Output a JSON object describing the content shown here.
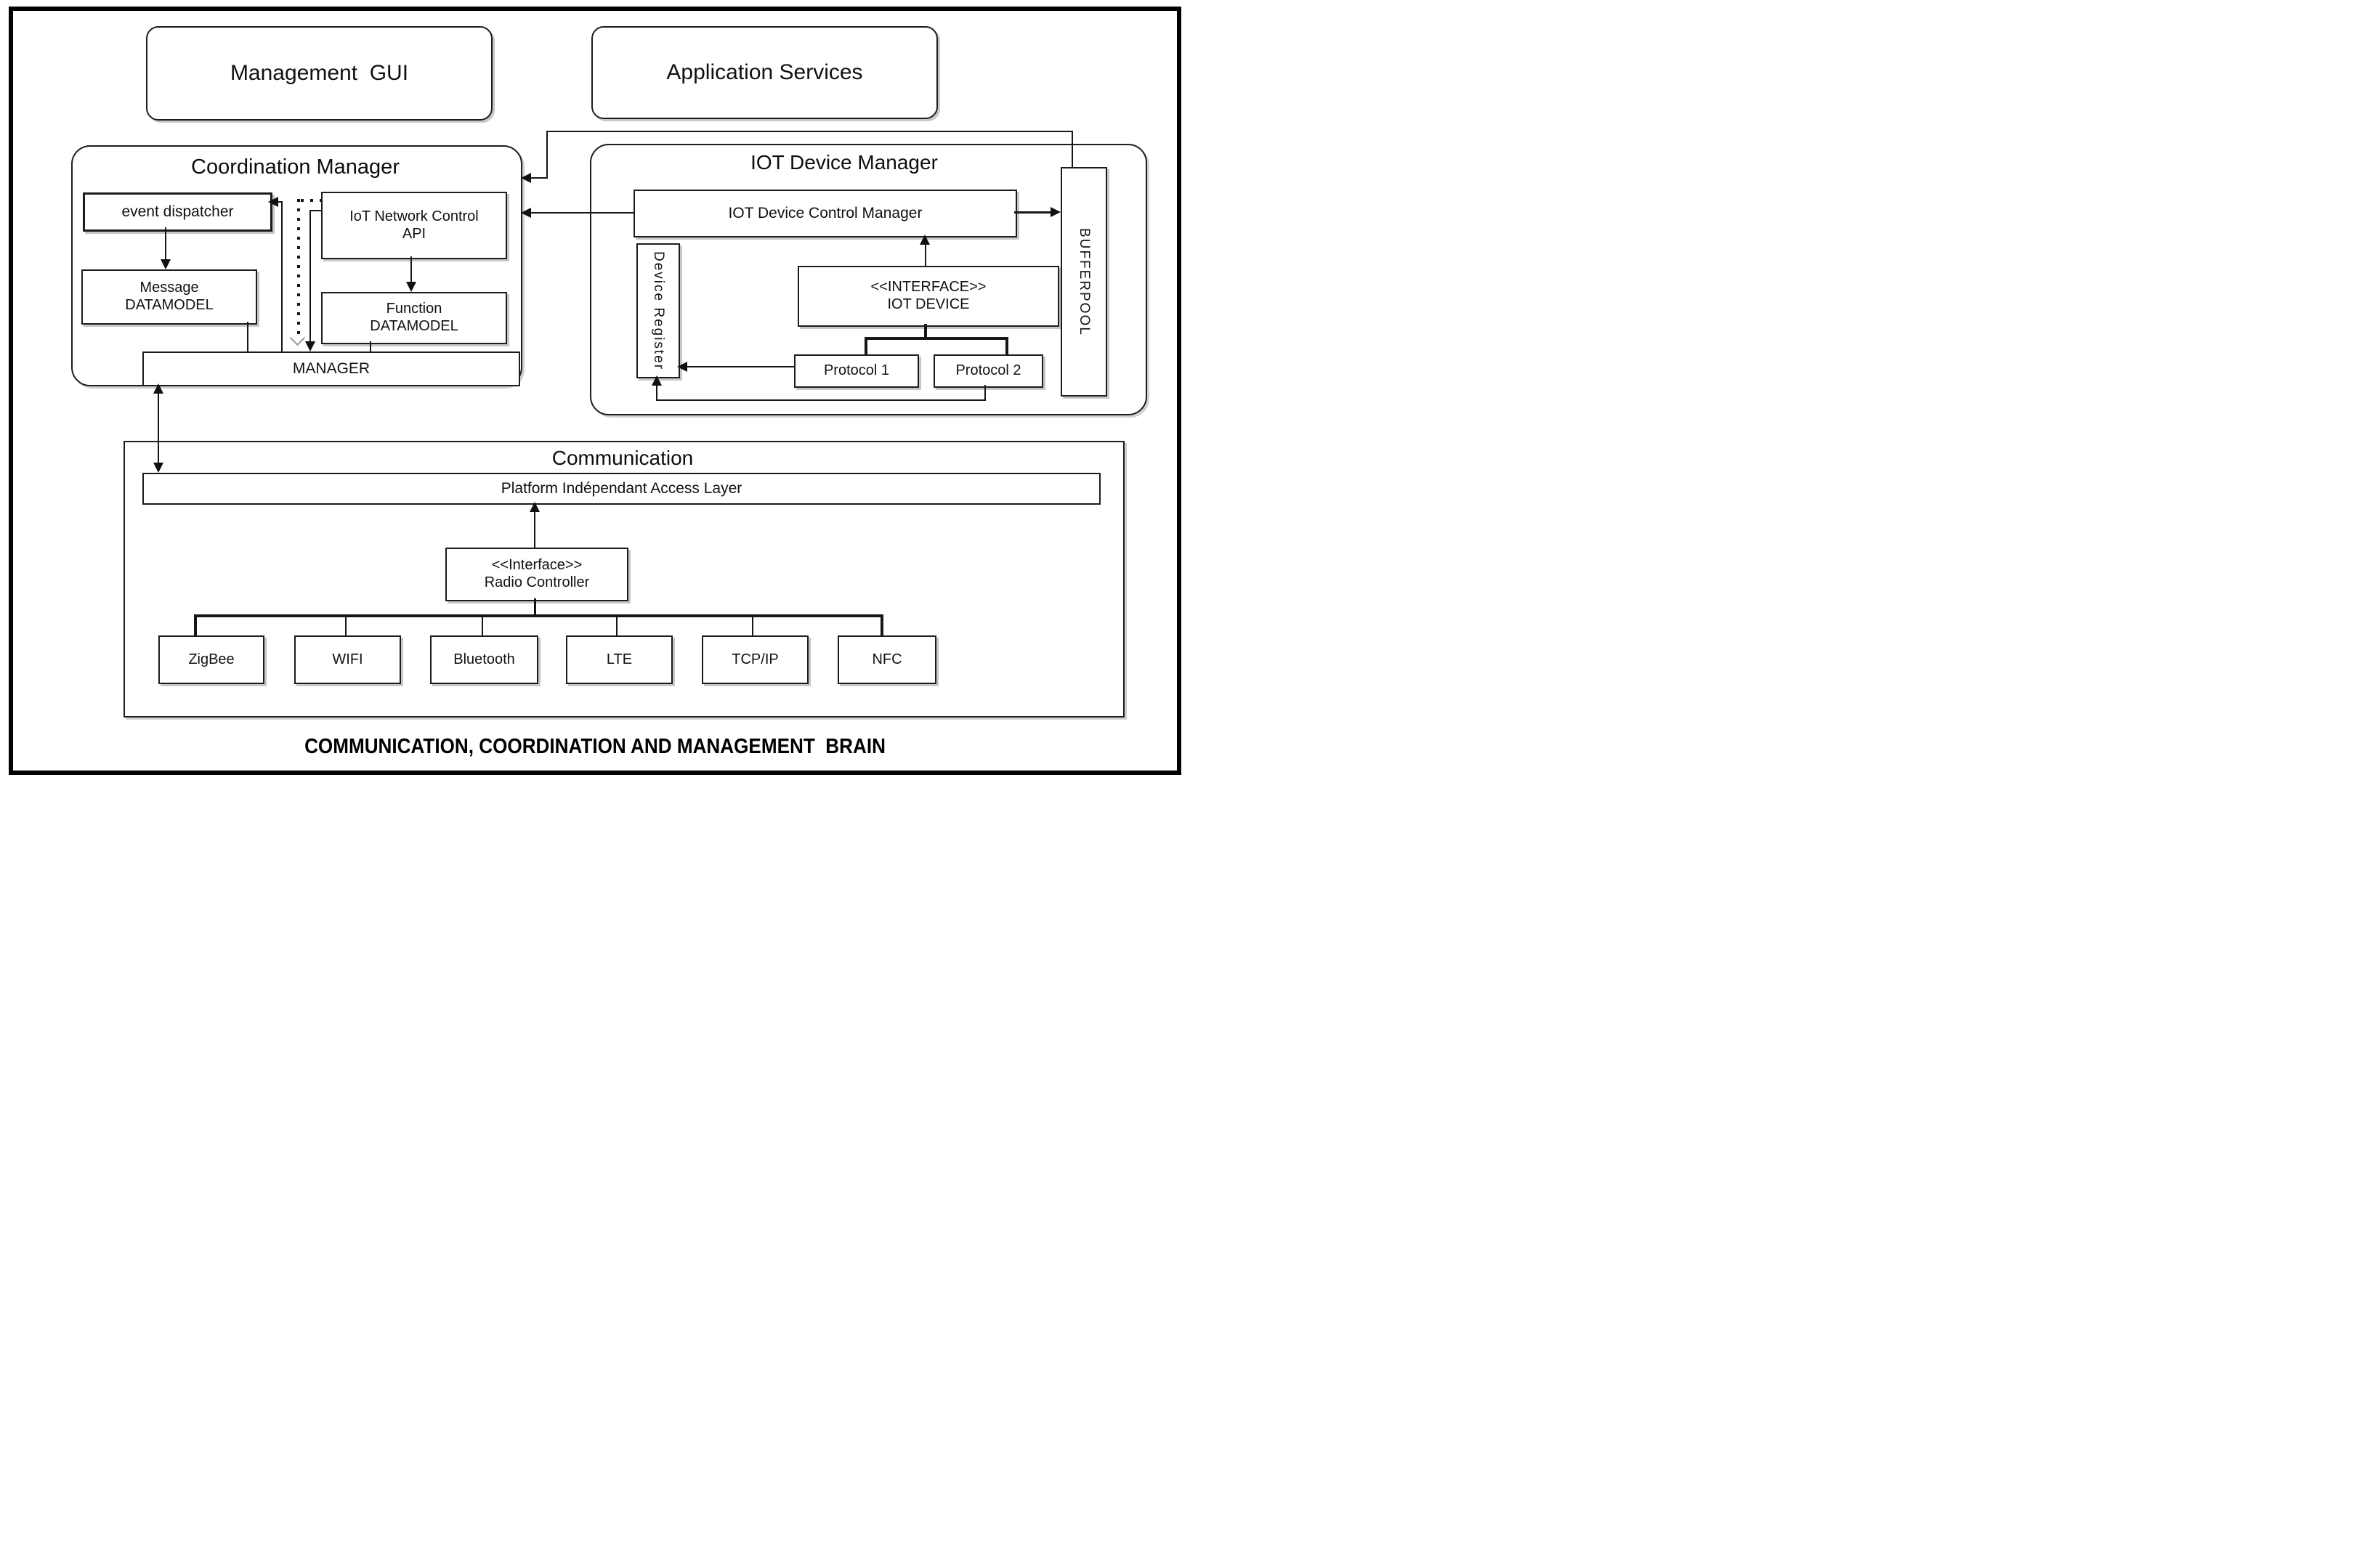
{
  "diagram": {
    "caption": "COMMUNICATION, COORDINATION AND MANAGEMENT  BRAIN"
  },
  "top": {
    "management_gui": "Management  GUI",
    "application_services": "Application Services"
  },
  "coordination_manager": {
    "title": "Coordination Manager",
    "event_dispatcher": "event dispatcher",
    "api_line1": "IoT Network Control",
    "api_line2": "API",
    "message_line1": "Message",
    "message_line2": "DATAMODEL",
    "function_line1": "Function",
    "function_line2": "DATAMODEL",
    "manager": "MANAGER"
  },
  "iot_device_manager": {
    "title": "IOT Device Manager",
    "control_manager": "IOT Device Control Manager",
    "device_register": "Device Register",
    "bufferpool": "BUFFERPOOL",
    "interface_line1": "<<INTERFACE>>",
    "interface_line2": "IOT DEVICE",
    "protocol_1": "Protocol 1",
    "protocol_2": "Protocol 2"
  },
  "communication": {
    "title": "Communication",
    "access_layer": "Platform Indépendant Access Layer",
    "radio_line1": "<<Interface>>",
    "radio_line2": "Radio Controller",
    "radios": [
      "ZigBee",
      "WIFI",
      "Bluetooth",
      "LTE",
      "TCP/IP",
      "NFC"
    ]
  }
}
